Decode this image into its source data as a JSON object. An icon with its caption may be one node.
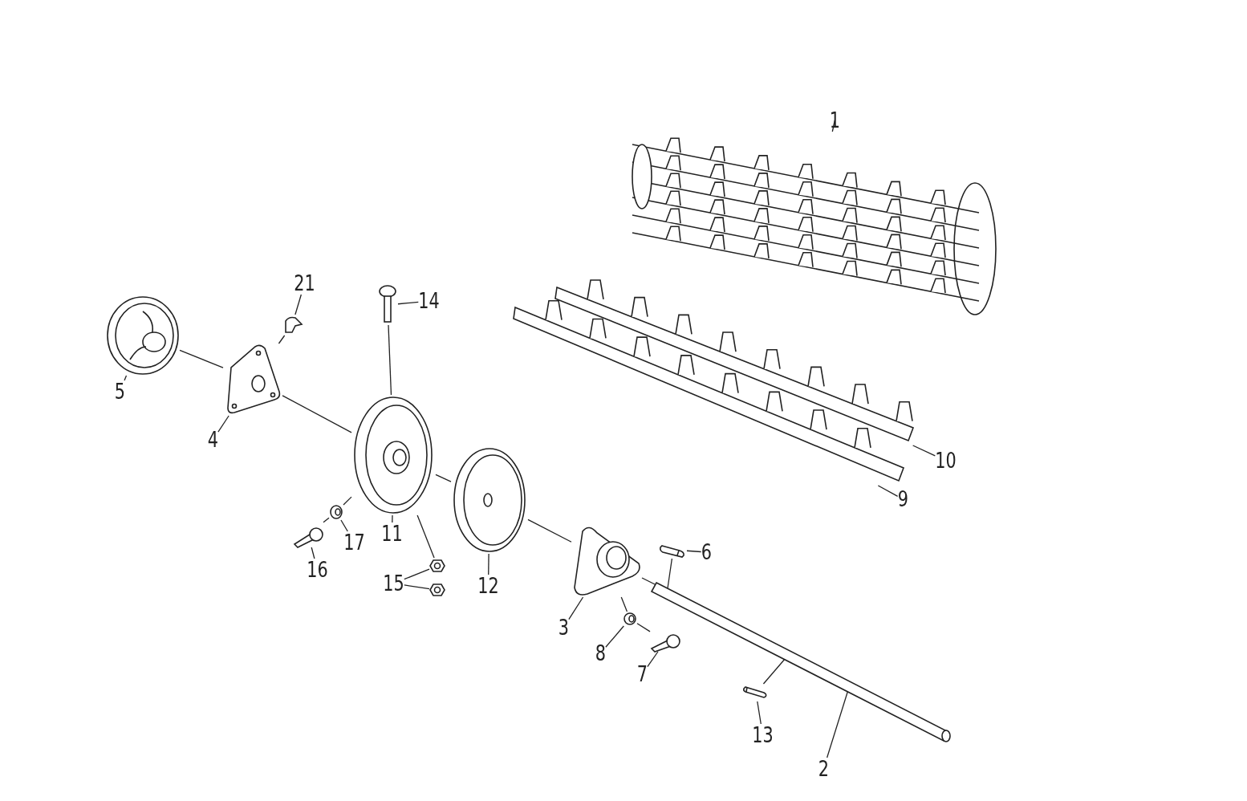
{
  "diagram": {
    "nodes": [
      {
        "text": [
          "1"
        ]
      },
      {
        "text": [
          "2"
        ]
      },
      {
        "text": [
          "3"
        ]
      },
      {
        "text": [
          "4"
        ]
      },
      {
        "text": [
          "5"
        ]
      },
      {
        "text": [
          "6"
        ]
      },
      {
        "text": [
          "7"
        ]
      },
      {
        "text": [
          "8"
        ]
      },
      {
        "text": [
          "9"
        ]
      },
      {
        "text": [
          "10"
        ]
      },
      {
        "text": [
          "11"
        ]
      },
      {
        "text": [
          "12"
        ]
      },
      {
        "text": [
          "13"
        ]
      },
      {
        "text": [
          "14"
        ]
      },
      {
        "text": [
          "15"
        ]
      },
      {
        "text": [
          "16"
        ]
      },
      {
        "text": [
          "17"
        ]
      },
      {
        "text": [
          "21"
        ]
      },
      {
        "text": [],
        "shape": "picture"
      },
      {
        "text": [],
        "shape": "picture"
      },
      {
        "text": [],
        "shape": "picture"
      },
      {
        "text": [],
        "shape": "picture"
      },
      {
        "text": [],
        "shape": "picture"
      },
      {
        "text": [],
        "shape": "picture"
      },
      {
        "text": [],
        "shape": "picture"
      },
      {
        "text": [],
        "shape": "picture"
      },
      {
        "text": [],
        "shape": "picture"
      },
      {
        "text": [],
        "shape": "picture"
      },
      {
        "text": [],
        "shape": "picture"
      },
      {
        "text": [],
        "shape": "picture"
      },
      {
        "text": [],
        "shape": "picture"
      },
      {
        "text": [],
        "shape": "picture"
      },
      {
        "text": [],
        "shape": "picture"
      },
      {
        "text": [],
        "shape": "picture"
      },
      {
        "text": [],
        "shape": "picture"
      },
      {
        "text": [],
        "shape": "picture"
      },
      {
        "text": [],
        "shape": "picture"
      }
    ],
    "edges": [
      {
        "from": 0,
        "to": 18,
        "arrow": "none"
      },
      {
        "from": 1,
        "to": 19,
        "arrow": "none"
      },
      {
        "from": 2,
        "to": 20,
        "arrow": "none"
      },
      {
        "from": 3,
        "to": 21,
        "arrow": "none"
      },
      {
        "from": 4,
        "to": 22,
        "arrow": "none"
      },
      {
        "from": 5,
        "to": 23,
        "arrow": "none"
      },
      {
        "from": 6,
        "to": 24,
        "arrow": "none"
      },
      {
        "from": 7,
        "to": 25,
        "arrow": "none"
      },
      {
        "from": 8,
        "to": 26,
        "arrow": "none"
      },
      {
        "from": 9,
        "to": 27,
        "arrow": "none"
      },
      {
        "from": 10,
        "to": 28,
        "arrow": "none"
      },
      {
        "from": 11,
        "to": 29,
        "arrow": "none"
      },
      {
        "from": 12,
        "to": 30,
        "arrow": "none"
      },
      {
        "from": 13,
        "to": 31,
        "arrow": "none"
      },
      {
        "from": 14,
        "to": 32,
        "arrow": "none"
      },
      {
        "from": 14,
        "to": 33,
        "arrow": "none"
      },
      {
        "from": 15,
        "to": 34,
        "arrow": "none"
      },
      {
        "from": 16,
        "to": 35,
        "arrow": "none"
      },
      {
        "from": 17,
        "to": 36,
        "arrow": "none"
      },
      {
        "from": 22,
        "to": 21,
        "arrow": "none"
      },
      {
        "from": 21,
        "to": 28,
        "arrow": "none"
      },
      {
        "from": 28,
        "to": 29,
        "arrow": "none"
      },
      {
        "from": 29,
        "to": 20,
        "arrow": "none"
      },
      {
        "from": 20,
        "to": 19,
        "arrow": "none"
      },
      {
        "from": 36,
        "to": 21,
        "arrow": "none"
      },
      {
        "from": 31,
        "to": 28,
        "arrow": "none"
      },
      {
        "from": 28,
        "to": 32,
        "arrow": "none"
      },
      {
        "from": 35,
        "to": 28,
        "arrow": "none"
      },
      {
        "from": 34,
        "to": 35,
        "arrow": "none"
      },
      {
        "from": 20,
        "to": 25,
        "arrow": "none"
      },
      {
        "from": 25,
        "to": 24,
        "arrow": "none"
      },
      {
        "from": 23,
        "to": 19,
        "arrow": "none"
      },
      {
        "from": 30,
        "to": 19,
        "arrow": "none"
      }
    ]
  }
}
